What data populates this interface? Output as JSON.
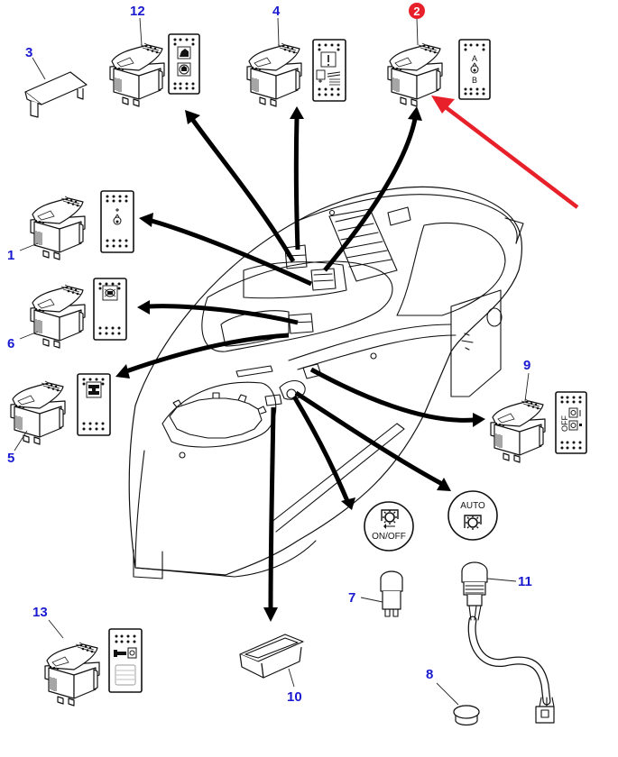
{
  "diagram": {
    "title": "Console switch assembly - exploded parts view",
    "colors": {
      "label": "#1a1ad0",
      "highlight": "#e8202a",
      "line": "#111111",
      "background": "#ffffff"
    },
    "highlighted_part": "2",
    "parts": [
      {
        "id": "p1",
        "number": "1",
        "kind": "rocker-switch",
        "plate_symbol": "work-light-plus"
      },
      {
        "id": "p2",
        "number": "2",
        "kind": "rocker-switch",
        "plate_symbol": "light-a-b",
        "plate_text_top": "A",
        "plate_text_bottom": "B",
        "highlighted": true
      },
      {
        "id": "p3",
        "number": "3",
        "kind": "blank-cover"
      },
      {
        "id": "p4",
        "number": "4",
        "kind": "rocker-switch",
        "plate_symbol": "warning-trailer"
      },
      {
        "id": "p5",
        "number": "5",
        "kind": "rocker-switch",
        "plate_symbol": "four-wheel-drive"
      },
      {
        "id": "p6",
        "number": "6",
        "kind": "rocker-switch",
        "plate_symbol": "differential-lock"
      },
      {
        "id": "p7",
        "number": "7",
        "kind": "push-button"
      },
      {
        "id": "p8",
        "number": "8",
        "kind": "plug-cap"
      },
      {
        "id": "p9",
        "number": "9",
        "kind": "rocker-switch",
        "plate_symbol": "pto-off",
        "plate_text": "OFF"
      },
      {
        "id": "p10",
        "number": "10",
        "kind": "blank-tray"
      },
      {
        "id": "p11",
        "number": "11",
        "kind": "push-button-with-harness"
      },
      {
        "id": "p12",
        "number": "12",
        "kind": "rocker-switch",
        "plate_symbol": "tractor-modes"
      },
      {
        "id": "p13",
        "number": "13",
        "kind": "rocker-switch",
        "plate_symbol": "pto-linkage"
      }
    ],
    "round_icons": [
      {
        "id": "onoff",
        "text": "ON/OFF",
        "symbol": "pto-gear"
      },
      {
        "id": "auto",
        "text": "AUTO",
        "symbol": "pto-gear"
      }
    ]
  }
}
